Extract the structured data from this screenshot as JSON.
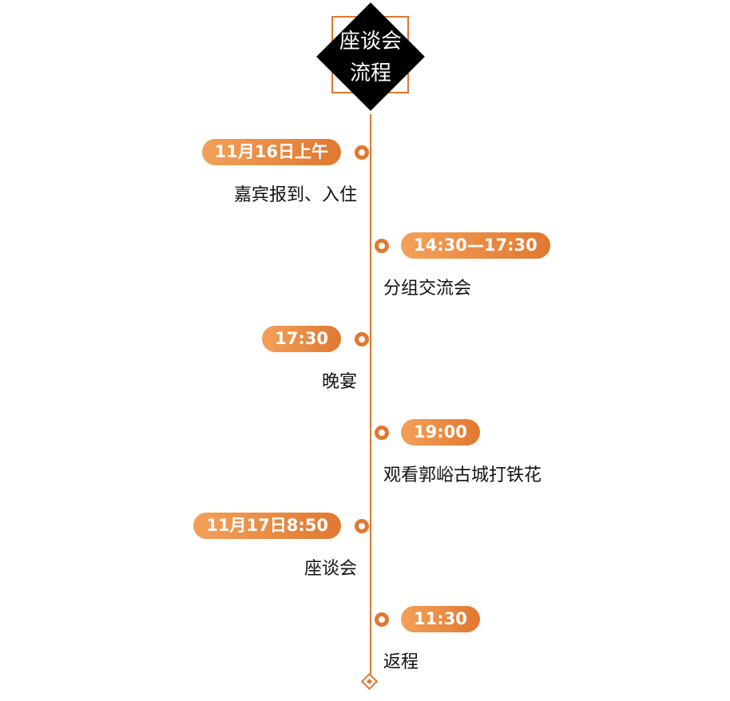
{
  "title": [
    "座谈会",
    "流程"
  ],
  "items": [
    {
      "time": "11月16日上午",
      "desc": "嘉宾报到、入住"
    },
    {
      "time": "14:30—17:30",
      "desc": "分组交流会"
    },
    {
      "time": "17:30",
      "desc": "晚宴"
    },
    {
      "time": "19:00",
      "desc": "观看郭峪古城打铁花"
    },
    {
      "time": "11月17日8:50",
      "desc": "座谈会"
    },
    {
      "time": "11:30",
      "desc": "返程"
    }
  ],
  "colors": {
    "accent": "#e07830",
    "gradient_start": "#f4a058"
  }
}
